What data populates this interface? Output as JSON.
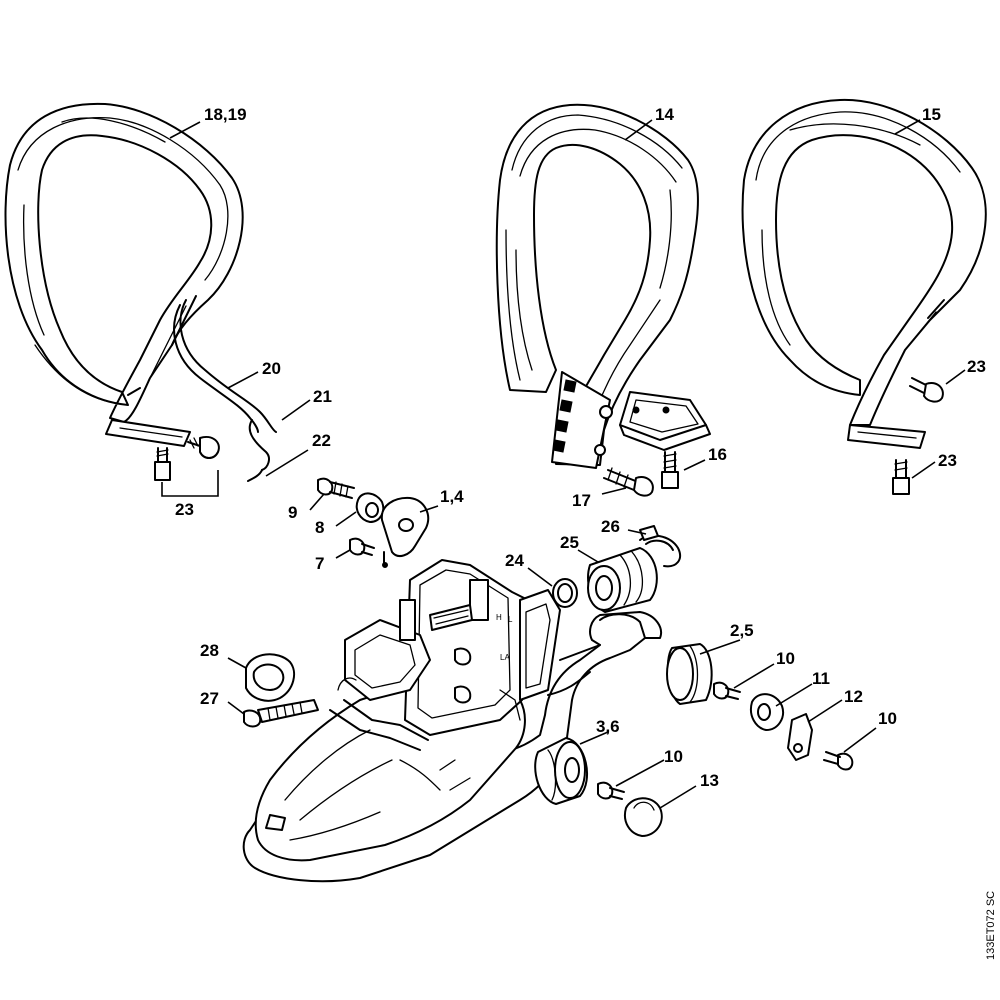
{
  "callouts": {
    "c_18_19": "18,19",
    "c_14": "14",
    "c_15": "15",
    "c_20": "20",
    "c_21": "21",
    "c_22": "22",
    "c_23_left": "23",
    "c_23_right_top": "23",
    "c_23_right_bottom": "23",
    "c_16": "16",
    "c_17": "17",
    "c_9": "9",
    "c_8": "8",
    "c_7": "7",
    "c_1_4": "1,4",
    "c_24": "24",
    "c_25": "25",
    "c_26": "26",
    "c_28": "28",
    "c_27": "27",
    "c_2_5": "2,5",
    "c_10_a": "10",
    "c_11": "11",
    "c_12": "12",
    "c_10_b": "10",
    "c_3_6": "3,6",
    "c_10_c": "10",
    "c_13": "13"
  },
  "drawing_reference": "133ET072 SC",
  "housing_marks": {
    "h": "H",
    "l": "L",
    "la": "LA"
  }
}
